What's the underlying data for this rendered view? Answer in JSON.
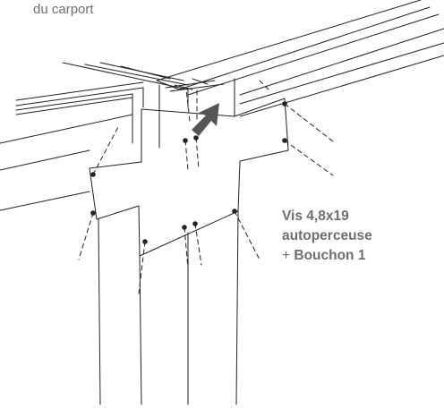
{
  "caption_top": "du carport",
  "callout": {
    "line1": "Vis 4,8x19",
    "line2": "autoperceuse",
    "line3_plus": "+",
    "line3_rest": " Bouchon 1"
  },
  "icons": {
    "arrow": "arrow-up-right-icon",
    "screw": "screw-icon"
  },
  "colors": {
    "stroke": "#222222",
    "text": "#6e6e6e",
    "arrow": "#555555"
  }
}
